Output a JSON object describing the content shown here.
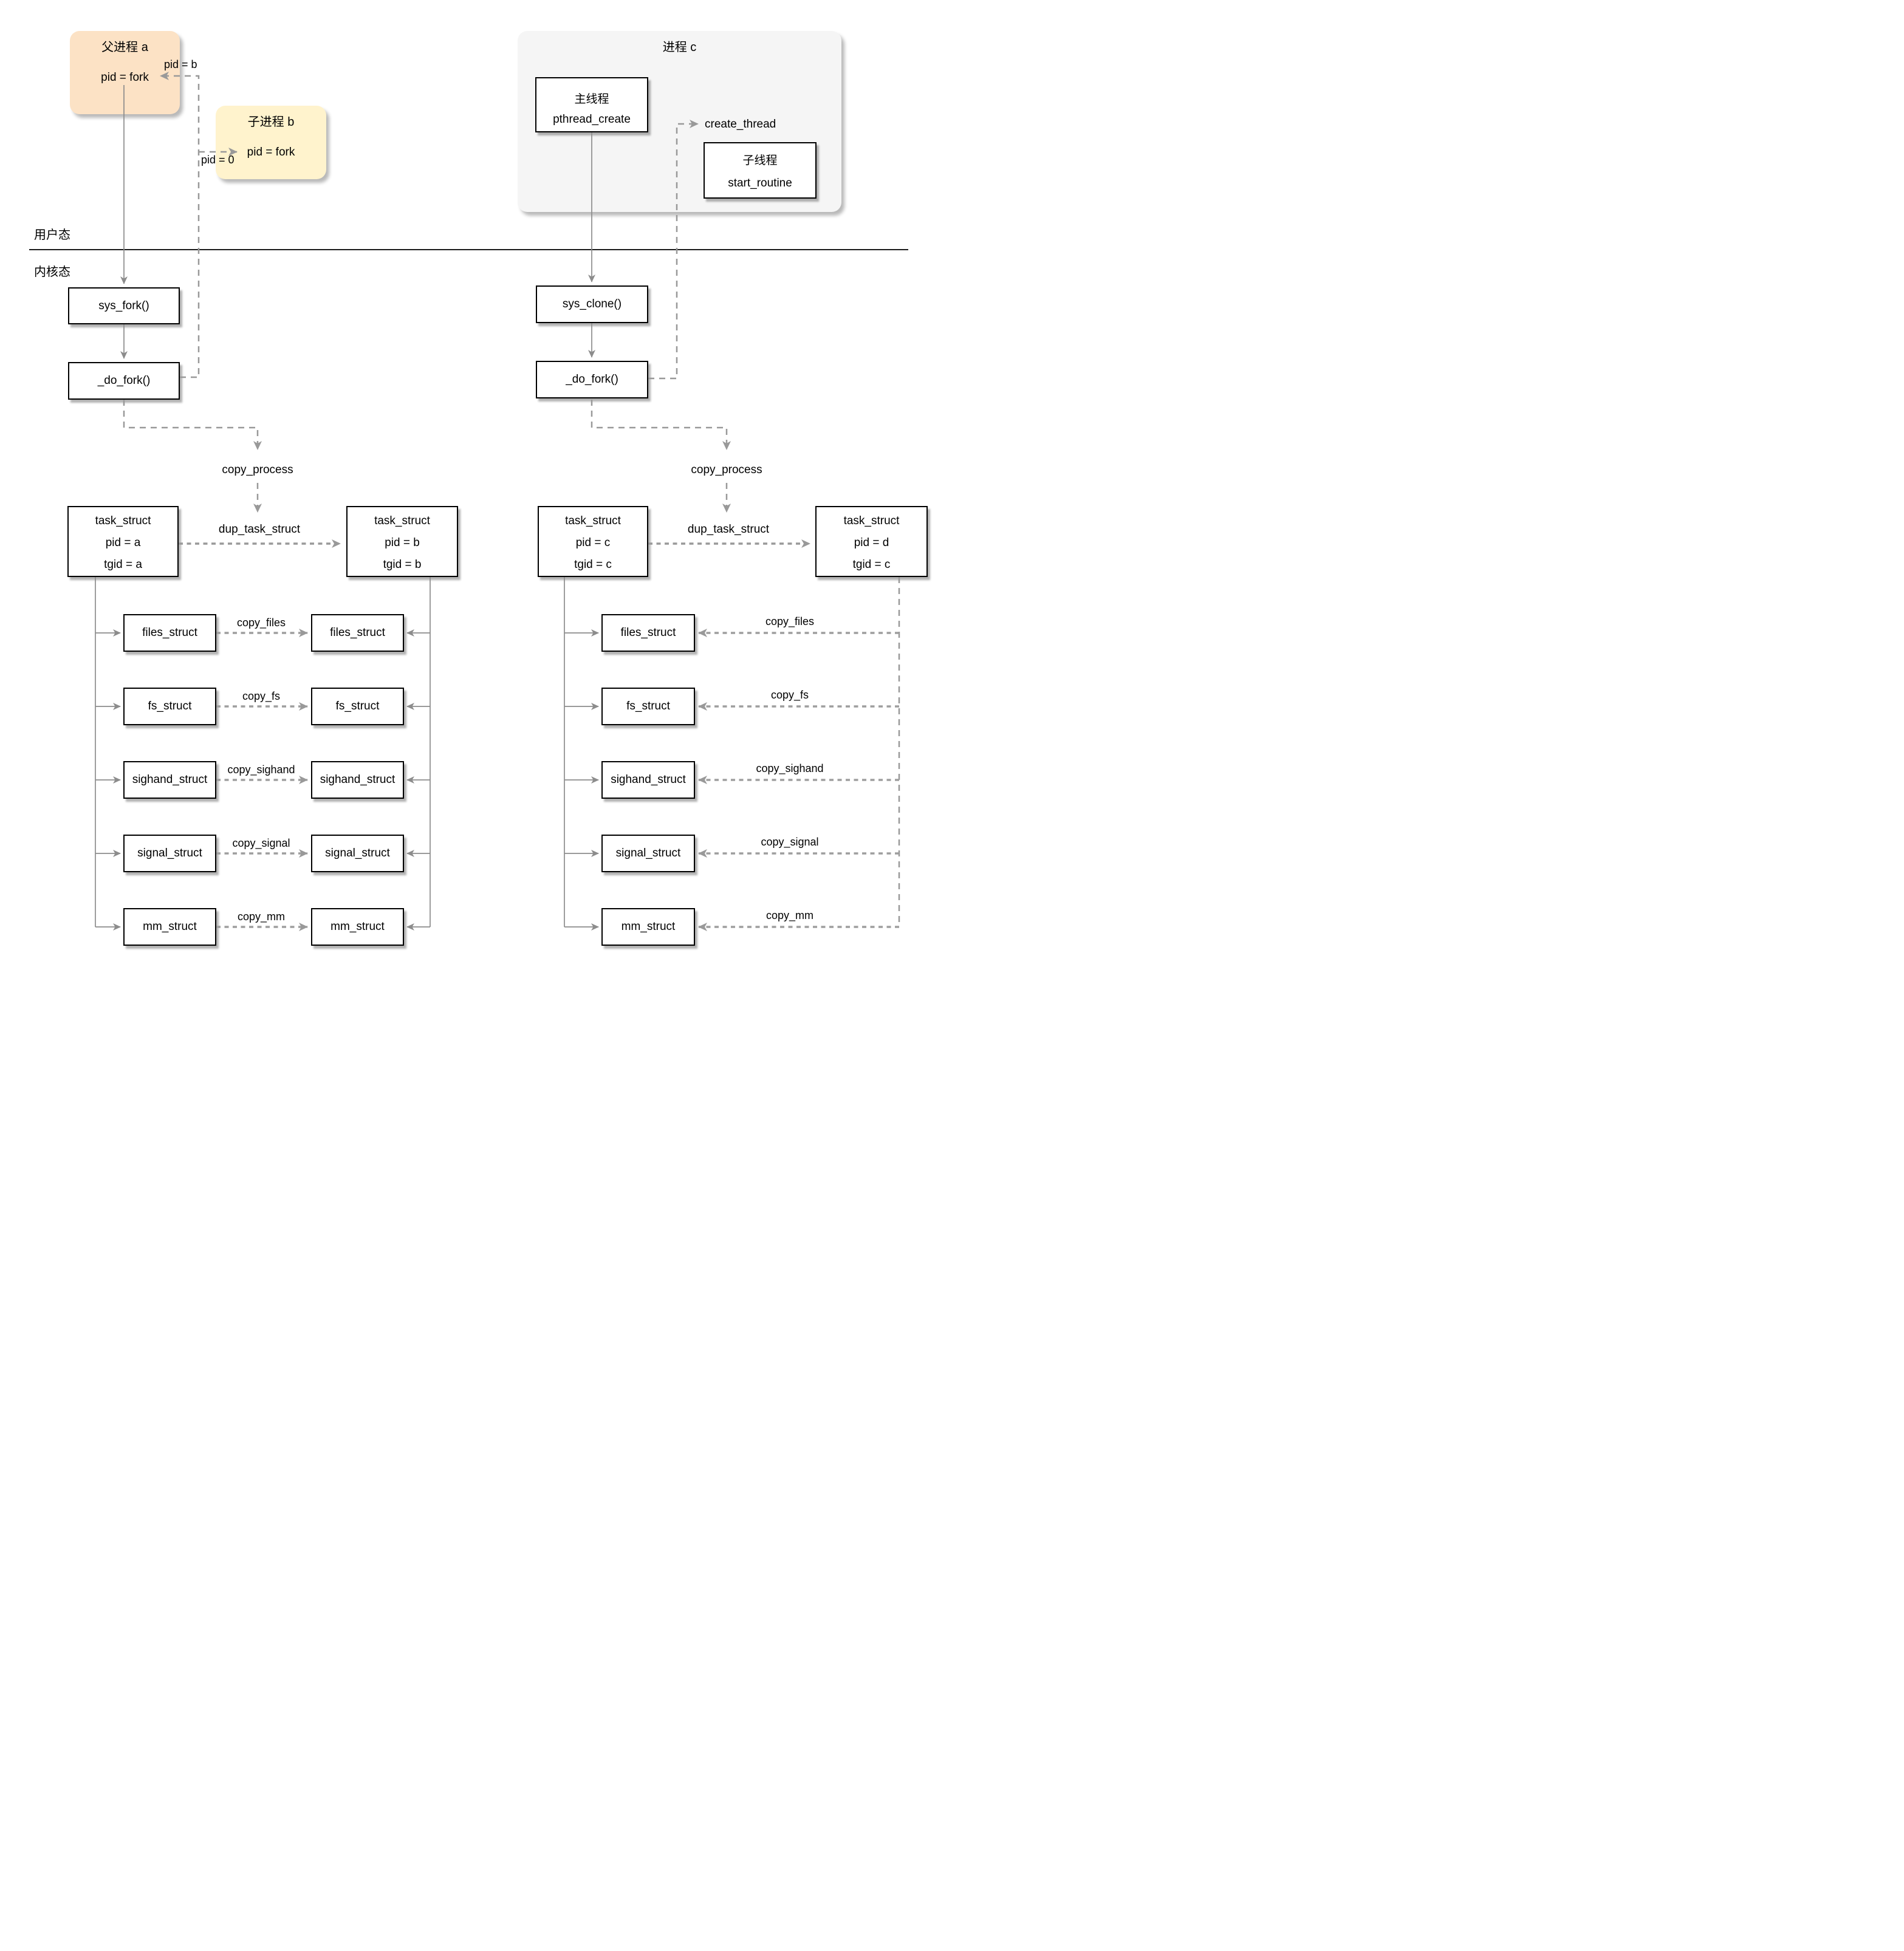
{
  "labels": {
    "user_mode": "用户态",
    "kernel_mode": "内核态"
  },
  "fork": {
    "parent_title": "父进程 a",
    "parent_body": "pid = fork",
    "child_title": "子进程 b",
    "child_body": "pid = fork",
    "ret_parent": "pid = b",
    "ret_child": "pid = 0",
    "sys_fork": "sys_fork()",
    "do_fork": "_do_fork()",
    "copy_process": "copy_process",
    "dup_task_struct": "dup_task_struct",
    "task_parent": {
      "name": "task_struct",
      "pid": "pid = a",
      "tgid": "tgid = a"
    },
    "task_child": {
      "name": "task_struct",
      "pid": "pid = b",
      "tgid": "tgid = b"
    },
    "rows": [
      {
        "parent": "files_struct",
        "child": "files_struct",
        "copy": "copy_files"
      },
      {
        "parent": "fs_struct",
        "child": "fs_struct",
        "copy": "copy_fs"
      },
      {
        "parent": "sighand_struct",
        "child": "sighand_struct",
        "copy": "copy_sighand"
      },
      {
        "parent": "signal_struct",
        "child": "signal_struct",
        "copy": "copy_signal"
      },
      {
        "parent": "mm_struct",
        "child": "mm_struct",
        "copy": "copy_mm"
      }
    ]
  },
  "clone": {
    "process_title": "进程 c",
    "main_thread_title": "主线程",
    "main_thread_body": "pthread_create",
    "child_thread_title": "子线程",
    "child_thread_body": "start_routine",
    "create_thread": "create_thread",
    "sys_clone": "sys_clone()",
    "do_fork": "_do_fork()",
    "copy_process": "copy_process",
    "dup_task_struct": "dup_task_struct",
    "task_main": {
      "name": "task_struct",
      "pid": "pid = c",
      "tgid": "tgid = c"
    },
    "task_thread": {
      "name": "task_struct",
      "pid": "pid = d",
      "tgid": "tgid = c"
    },
    "rows": [
      {
        "label": "files_struct",
        "copy": "copy_files"
      },
      {
        "label": "fs_struct",
        "copy": "copy_fs"
      },
      {
        "label": "sighand_struct",
        "copy": "copy_sighand"
      },
      {
        "label": "signal_struct",
        "copy": "copy_signal"
      },
      {
        "label": "mm_struct",
        "copy": "copy_mm"
      }
    ]
  },
  "colors": {
    "parent_fill": "#FCE2C5",
    "child_fill": "#FFF3CD",
    "process_fill": "#F5F5F5",
    "box_border": "#000000",
    "solid_line": "#8C8C8C",
    "dashed_line": "#999999",
    "divider": "#1A1A1A"
  }
}
